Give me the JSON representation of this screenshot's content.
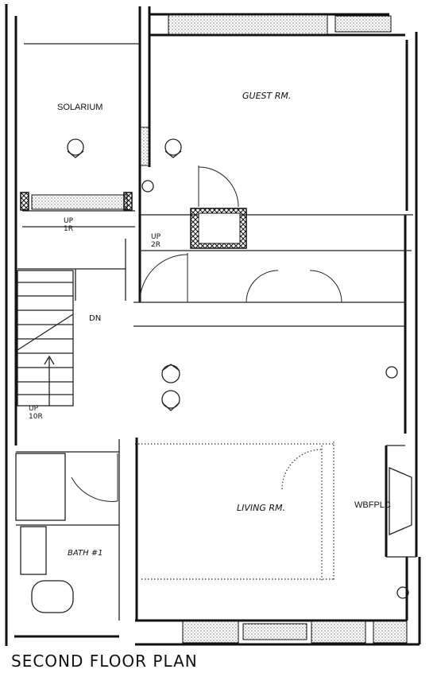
{
  "title": "SECOND FLOOR PLAN",
  "rooms": {
    "solarium": "SOLARIUM",
    "guest": "GUEST RM.",
    "living": "LIVING RM.",
    "bath": "BATH #1",
    "fireplace": "WBFPLC"
  },
  "notes": {
    "up1r": "UP\n1R",
    "up2r": "UP\n2R",
    "up10r": "UP\n10R",
    "dn": "DN"
  },
  "icons": [
    "ceiling-light-icon",
    "ceiling-light-icon",
    "ceiling-light-icon",
    "ceiling-light-icon",
    "outlet-icon",
    "outlet-icon"
  ]
}
